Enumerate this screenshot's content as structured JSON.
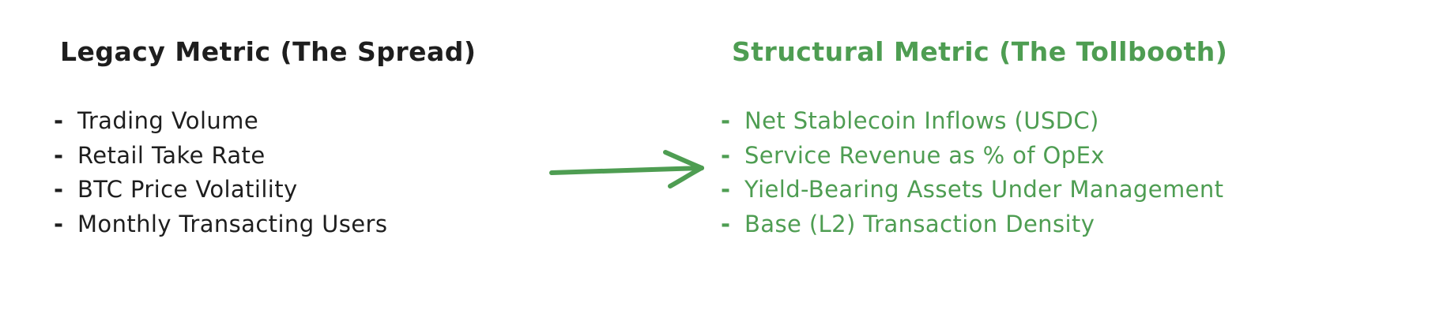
{
  "colors": {
    "ink": "#1e1e1e",
    "accent": "#4e9d52",
    "background": "#ffffff"
  },
  "left_column": {
    "heading": "Legacy Metric (The Spread)",
    "bullet": "-",
    "items": [
      "Trading Volume",
      "Retail Take Rate",
      "BTC Price Volatility",
      "Monthly Transacting Users"
    ]
  },
  "right_column": {
    "heading": "Structural Metric (The Tollbooth)",
    "bullet": "-",
    "items": [
      "Net Stablecoin Inflows (USDC)",
      "Service Revenue as % of OpEx",
      "Yield-Bearing Assets Under Management",
      "Base (L2) Transaction Density"
    ]
  },
  "arrow": {
    "name": "legacy-to-structural-arrow",
    "direction": "right"
  }
}
